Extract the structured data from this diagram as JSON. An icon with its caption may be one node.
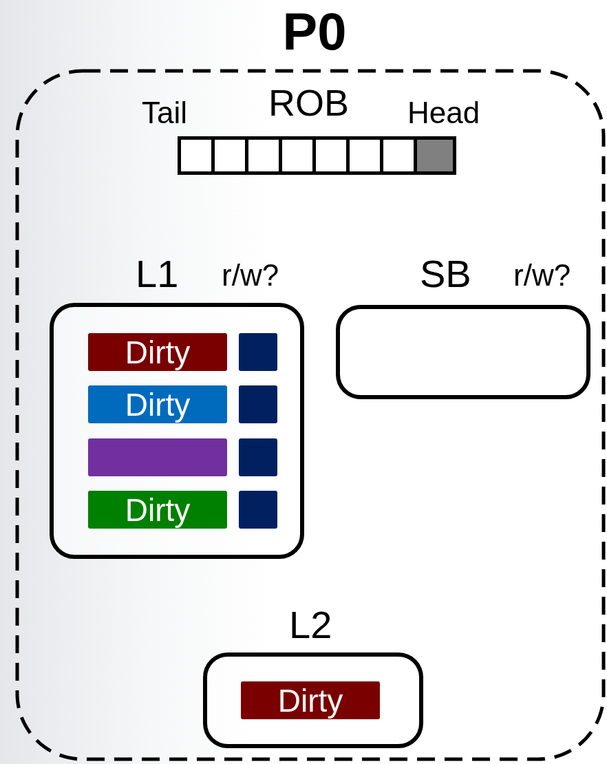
{
  "diagram": {
    "nodes": [
      {
        "text": [
          "P0"
        ]
      },
      {
        "text": [
          "ROB"
        ],
        "beside": [
          "Tail",
          "Head"
        ],
        "in": 0
      },
      {
        "text": [
          "L1"
        ],
        "beside": [
          "r/w?"
        ],
        "in": 0
      },
      {
        "text": [
          "Dirty"
        ],
        "in": 2
      },
      {
        "text": [
          "Dirty"
        ],
        "in": 2
      },
      {
        "text": [],
        "shape": "bar",
        "in": 2
      },
      {
        "text": [
          "Dirty"
        ],
        "in": 2
      },
      {
        "text": [
          "SB"
        ],
        "beside": [
          "r/w?"
        ],
        "in": 0
      },
      {
        "text": [
          "L2"
        ],
        "in": 0
      },
      {
        "text": [
          "Dirty"
        ],
        "in": 8
      }
    ]
  }
}
